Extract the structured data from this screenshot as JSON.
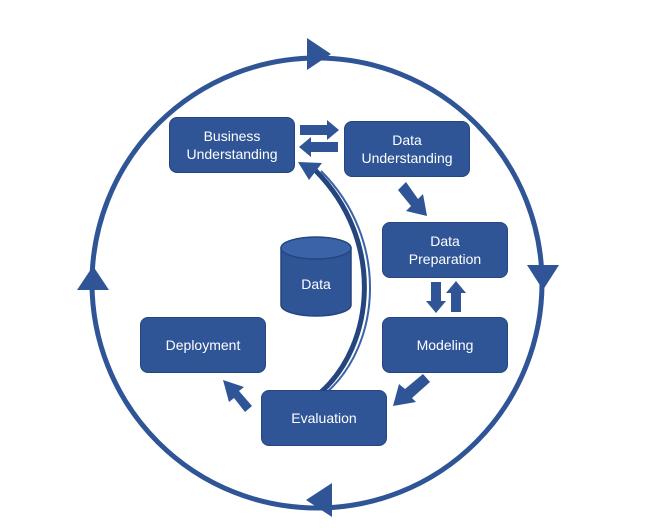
{
  "colors": {
    "primary": "#2f5597",
    "dark": "#24457e",
    "text": "#ffffff"
  },
  "phases": {
    "business": {
      "line1": "Business",
      "line2": "Understanding"
    },
    "data_understanding": {
      "line1": "Data",
      "line2": "Understanding"
    },
    "data_preparation": {
      "line1": "Data",
      "line2": "Preparation"
    },
    "modeling": "Modeling",
    "evaluation": "Evaluation",
    "deployment": "Deployment"
  },
  "database": {
    "label": "Data"
  },
  "icons": {
    "cycle": "cycle-arrow-icon",
    "database": "database-cylinder-icon",
    "flow": "block-arrow-icon"
  }
}
